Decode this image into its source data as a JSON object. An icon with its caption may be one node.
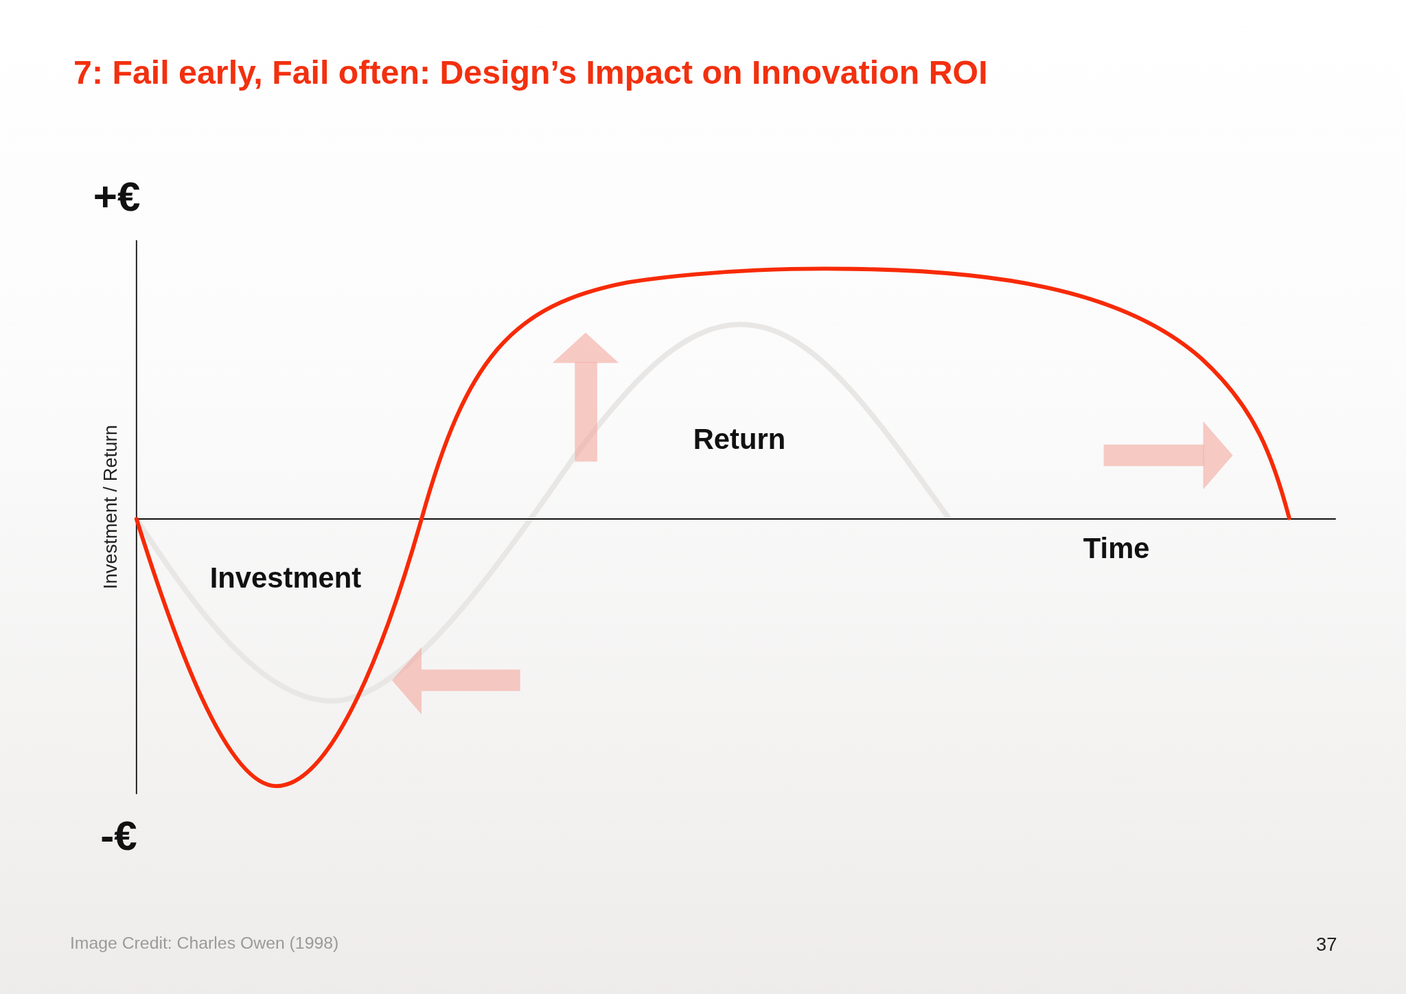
{
  "diagram": {
    "title": "7: Fail early, Fail often: Design’s Impact on Innovation ROI",
    "caption": "Image Credit: Charles Owen (1998)",
    "labels": [
      "+€",
      "Investment / Return",
      "Return",
      "Time",
      "Investment",
      "-€",
      "37"
    ]
  }
}
